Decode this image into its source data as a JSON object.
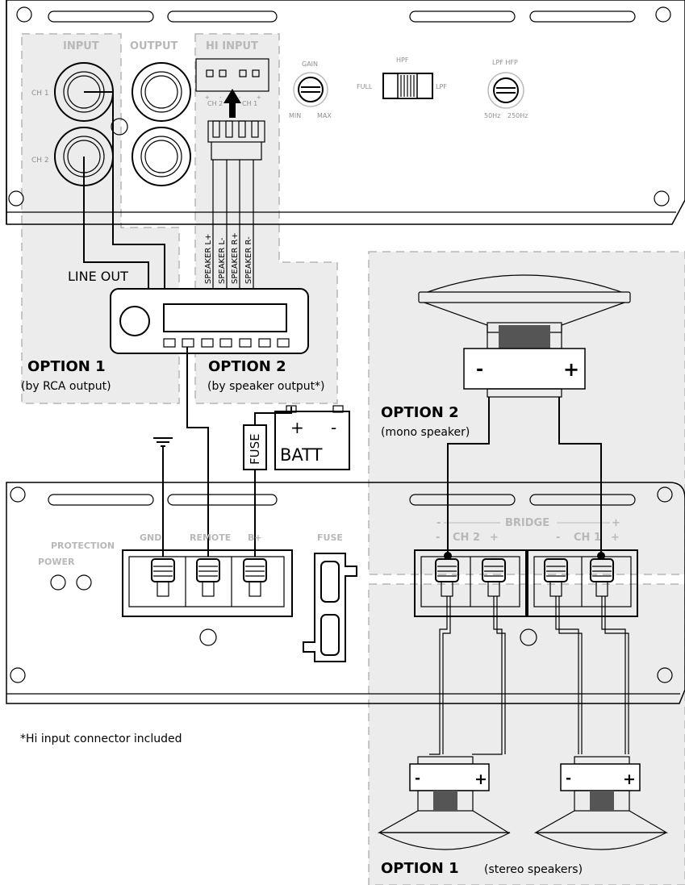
{
  "top_amp": {
    "input_label": "INPUT",
    "output_label": "OUTPUT",
    "hi_input_label": "HI INPUT",
    "ch1_label": "CH 1",
    "ch2_label": "CH 2",
    "hi_ch2_label": "CH 2",
    "hi_ch1_label": "CH 1",
    "gain_label": "GAIN",
    "gain_min": "MIN",
    "gain_max": "MAX",
    "hpf_label": "HPF",
    "full_label": "FULL",
    "lpf_label": "LPF",
    "lpf_hfp_label": "LPF HFP",
    "freq_low": "50Hz",
    "freq_high": "250Hz"
  },
  "wires": {
    "speaker_l_plus": "SPEAKER L+",
    "speaker_l_minus": "SPEAKER L-",
    "speaker_r_plus": "SPEAKER R+",
    "speaker_r_minus": "SPEAKER R-",
    "line_out": "LINE OUT"
  },
  "options": {
    "option1_title": "OPTION 1",
    "option1_sub": "(by RCA output)",
    "option2_title": "OPTION 2",
    "option2_sub": "(by speaker output*)",
    "mono_title": "OPTION 2",
    "mono_sub": "(mono speaker)",
    "stereo_title": "OPTION 1",
    "stereo_sub": "(stereo speakers)"
  },
  "battery": {
    "fuse_label": "FUSE",
    "batt_label": "BATT",
    "plus": "+",
    "minus": "-"
  },
  "bottom_amp": {
    "protection_label": "PROTECTION",
    "power_label": "POWER",
    "gnd_label": "GND",
    "remote_label": "REMOTE",
    "bplus_label": "B+",
    "fuse_label": "FUSE",
    "bridge_label": "BRIDGE",
    "bridge_minus": "-",
    "bridge_plus": "+",
    "ch2_label": "CH 2",
    "ch1_label": "CH 1",
    "ch2_minus": "-",
    "ch2_plus": "+",
    "ch1_minus": "-",
    "ch1_plus": "+"
  },
  "speakers": {
    "mono_minus": "-",
    "mono_plus": "+",
    "left_minus": "-",
    "left_plus": "+",
    "right_minus": "-",
    "right_plus": "+"
  },
  "footnote": "*Hi input connector included",
  "colors": {
    "option_fill": "#ececec",
    "dash_stroke": "#b5b5b5",
    "gray_label": "#b8b8b8",
    "magnet": "#555555"
  }
}
